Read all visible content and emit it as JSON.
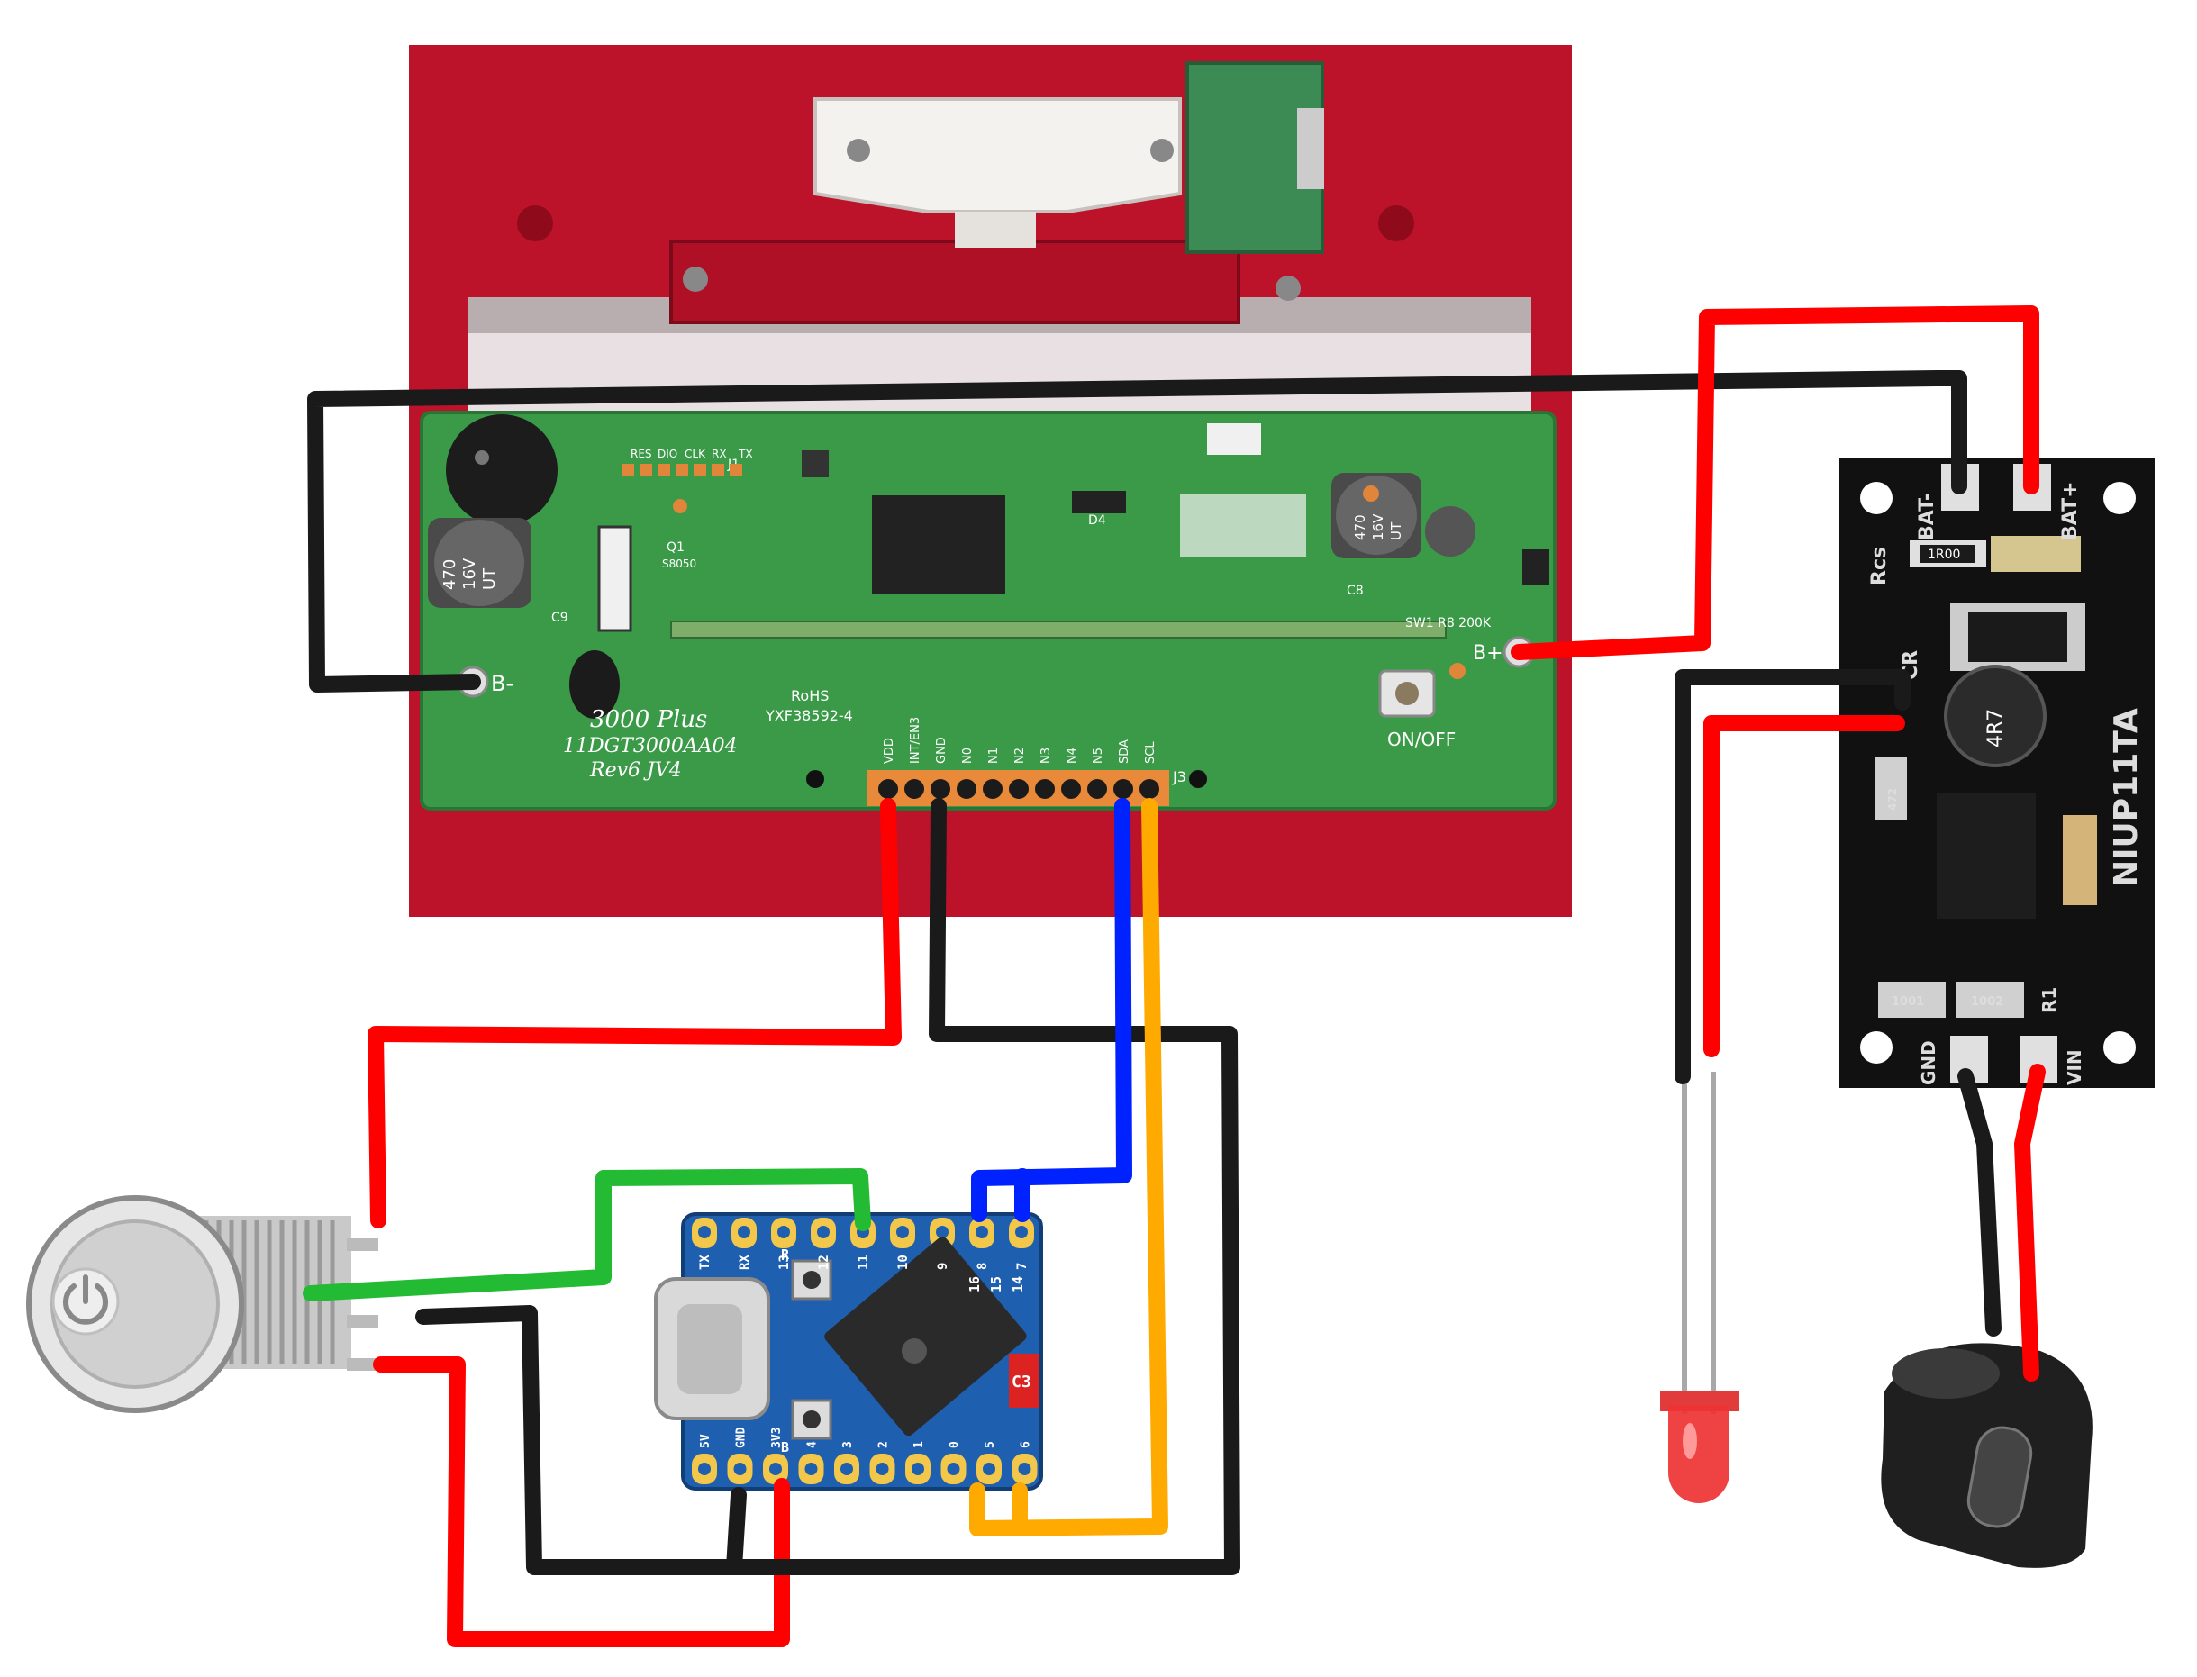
{
  "colors": {
    "red_wire": "#ff0000",
    "black_wire": "#1a1a1a",
    "blue_wire": "#0022ff",
    "orange_wire": "#ffaa00",
    "green_wire": "#22bb33",
    "pcb_green": "#3a9a48",
    "enclosure_red": "#c4142c",
    "mcu_blue": "#1f5fb0",
    "charger_black": "#111111"
  },
  "main_board": {
    "model": "3000 Plus",
    "part_no": "11DGT3000AA04",
    "rev": "Rev6 JV4",
    "rohs": "RoHS",
    "code": "YXF38592-4",
    "b_minus": "B-",
    "b_plus": "B+",
    "on_off": "ON/OFF",
    "sw1": "SW1 R8 200K",
    "j3": "J3",
    "j1": "J1",
    "q1": "Q1",
    "q1_part": "S8050",
    "d4": "D4",
    "c9": "C9",
    "c8": "C8",
    "top_header": [
      "RES",
      "DIO",
      "CLK",
      "RX",
      "TX"
    ],
    "cap_left": [
      "470",
      "16V",
      "UT"
    ],
    "cap_right": [
      "470",
      "16V",
      "UT"
    ],
    "header_pins": [
      "VDD",
      "INT/EN3",
      "GND",
      "N0",
      "N1",
      "N2",
      "N3",
      "N4",
      "N5",
      "SDA",
      "SCL"
    ]
  },
  "mcu_board": {
    "chip_badge": "C3",
    "top_pins": [
      "TX",
      "RX",
      "13",
      "12",
      "11",
      "10",
      "9",
      "8",
      "7"
    ],
    "right_pins": [
      "16",
      "15",
      "14"
    ],
    "bottom_pins": [
      "5V",
      "GND",
      "3V3",
      "4",
      "3",
      "2",
      "1",
      "0",
      "5",
      "6"
    ],
    "button_labels": [
      "R",
      "B"
    ]
  },
  "charger_board": {
    "name": "NIUP11TA",
    "bat_minus": "BAT-",
    "bat_plus": "BAT+",
    "rcs": "Rcs",
    "rcs_value": "1R00",
    "cr": "CR",
    "gnd": "GND",
    "vin": "VIN",
    "r1": "R1",
    "inductor": "4R7",
    "res_values": [
      "1001",
      "1002"
    ],
    "small_res": "472"
  }
}
